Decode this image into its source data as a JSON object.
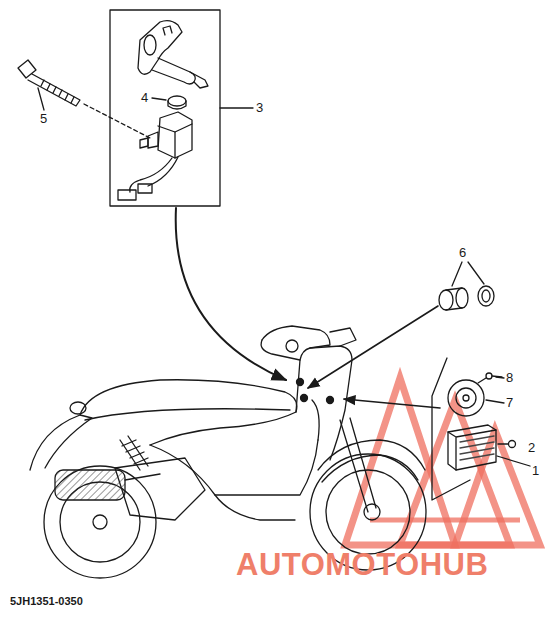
{
  "diagram": {
    "labels": [
      "5",
      "4",
      "3",
      "6",
      "8",
      "7",
      "2",
      "1",
      "5JH1351-0350",
      "AUTOMOTOHUB"
    ]
  }
}
